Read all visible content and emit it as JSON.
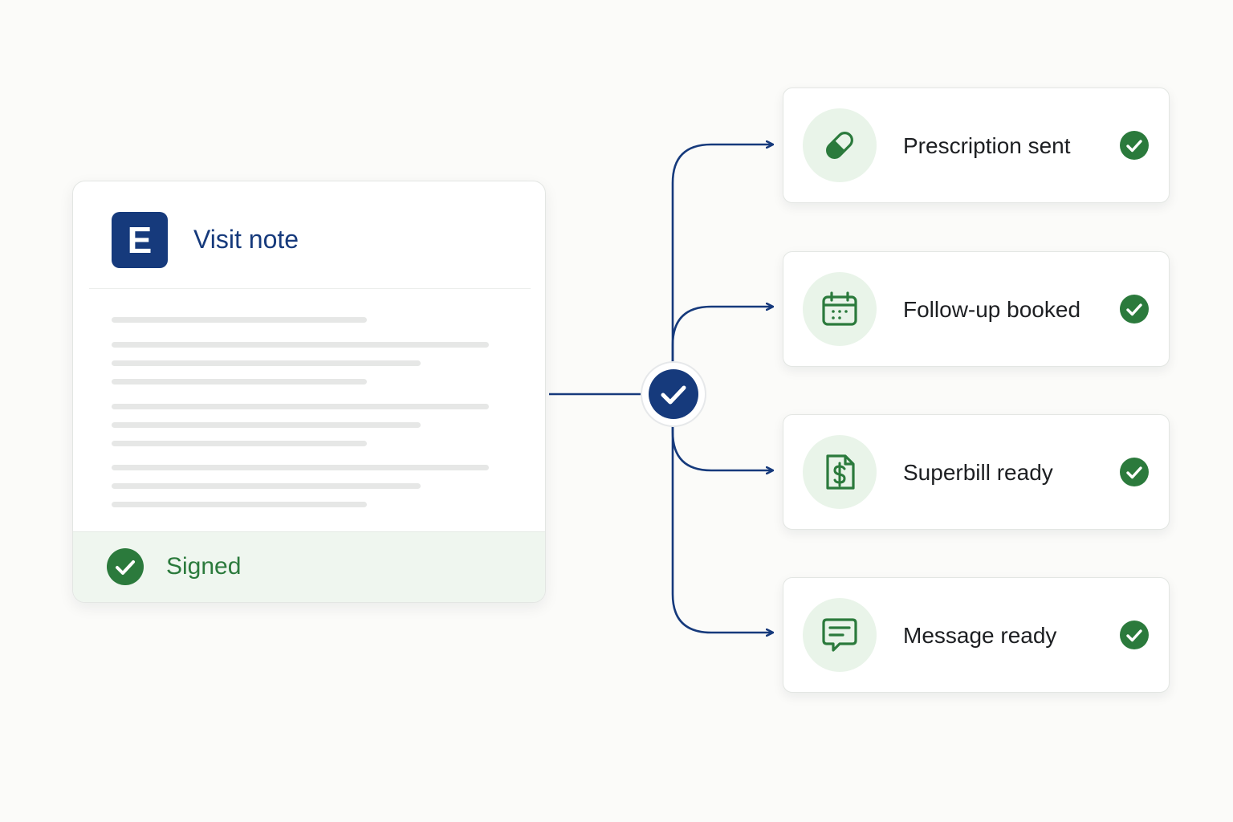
{
  "note": {
    "app_letter": "E",
    "title": "Visit note",
    "status": "Signed"
  },
  "outputs": [
    {
      "label": "Prescription sent",
      "icon": "pill-icon",
      "status": "done"
    },
    {
      "label": "Follow-up booked",
      "icon": "calendar-icon",
      "status": "done"
    },
    {
      "label": "Superbill ready",
      "icon": "invoice-dollar-icon",
      "status": "done"
    },
    {
      "label": "Message ready",
      "icon": "chat-message-icon",
      "status": "done"
    }
  ],
  "hub": {
    "icon": "check-icon",
    "status": "done"
  },
  "colors": {
    "navy": "#163a7c",
    "green": "#2b7a3c",
    "green_tint": "#e9f4e9",
    "footer_tint": "#eff6ef",
    "placeholder": "#e6e7e6",
    "background": "#fbfbf9"
  }
}
